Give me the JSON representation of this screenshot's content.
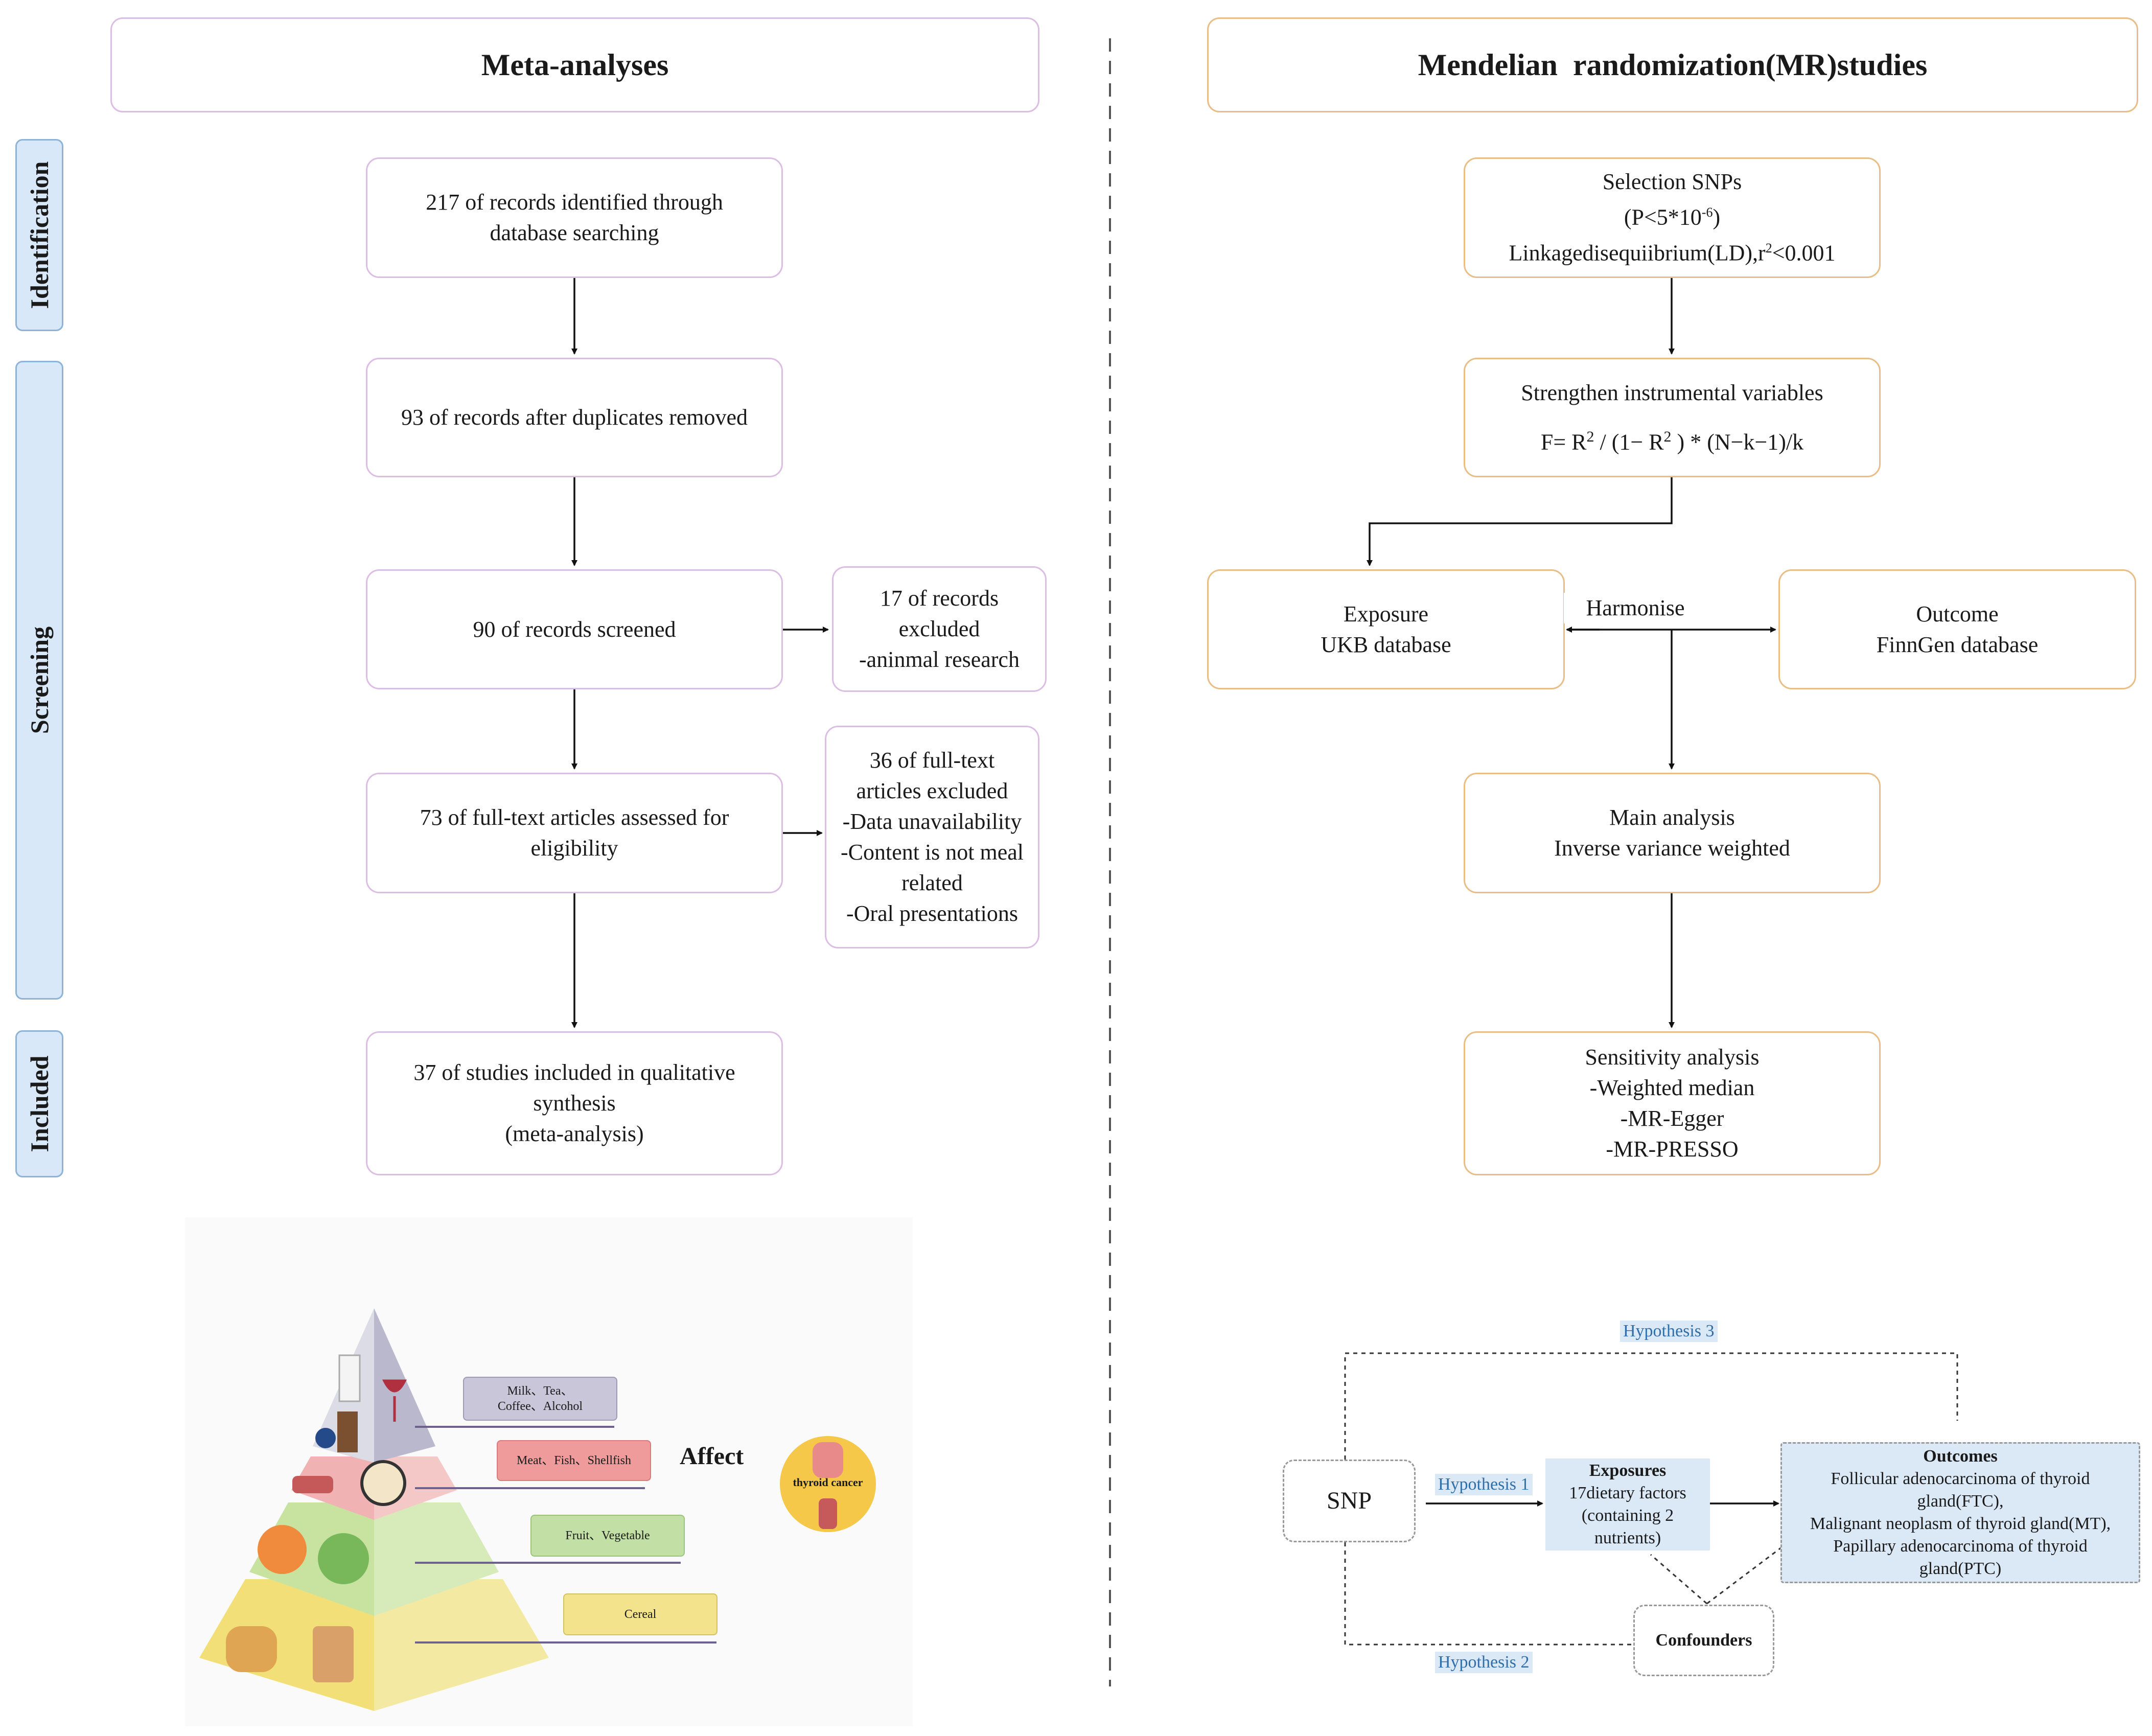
{
  "left_panel": {
    "title": "Meta-analyses",
    "stages": [
      "Identification",
      "Screening",
      "Included"
    ],
    "boxes": {
      "identified": [
        "217 of records identified through",
        "database searching"
      ],
      "deduplicated": [
        "93 of records after duplicates removed"
      ],
      "screened": [
        "90 of records screened"
      ],
      "excluded_screen": [
        "17 of records",
        "excluded",
        "-aninmal research"
      ],
      "fulltext": [
        "73 of full-text articles assessed for",
        "eligibility"
      ],
      "excluded_fulltext": [
        "36 of full-text",
        "articles excluded",
        "-Data unavailability",
        "-Content is not meal",
        "related",
        "-Oral presentations"
      ],
      "included": [
        "37 of studies included in qualitative",
        "synthesis",
        "(meta-analysis)"
      ]
    },
    "pyramid": {
      "labels": [
        "Milk、Tea、",
        "Coffee、Alcohol",
        "Meat、Fish、Shellfish",
        "Fruit、Vegetable",
        "Cereal"
      ],
      "affect": "Affect",
      "target": "thyroid cancer"
    }
  },
  "right_panel": {
    "title": "Mendelian  randomization(MR)studies",
    "boxes": {
      "selection": {
        "line1": "Selection SNPs",
        "line2": "(P<5*10",
        "line2_sup": "-6",
        "line2_end": ")",
        "line3": "Linkagedisequiibrium(LD),r",
        "line3_sup": "2",
        "line3_end": "<0.001"
      },
      "strengthen": {
        "line1": "Strengthen instrumental variables",
        "f_a": "F= R",
        "f_sup1": "2",
        "f_b": " / (1− R",
        "f_sup2": "2",
        "f_c": " ) * (N−k−1)/k"
      },
      "exposure": [
        "Exposure",
        "UKB database"
      ],
      "harmonise": "Harmonise",
      "outcome": [
        "Outcome",
        "FinnGen database"
      ],
      "main": [
        "Main analysis",
        "Inverse variance weighted"
      ],
      "sensitivity": [
        "Sensitivity analysis",
        "-Weighted median",
        "-MR-Egger",
        "-MR-PRESSO"
      ]
    },
    "dag": {
      "snp": "SNP",
      "hypothesis1": "Hypothesis 1",
      "hypothesis2": "Hypothesis 2",
      "hypothesis3": "Hypothesis 3",
      "exposures_title": "Exposures",
      "exposures_body": [
        "17dietary factors",
        "(containing 2",
        "nutrients)"
      ],
      "outcomes_title": "Outcomes",
      "outcomes_body": [
        "Follicular adenocarcinoma of thyroid",
        "gland(FTC),",
        "Malignant neoplasm of thyroid gland(MT),",
        "Papillary adenocarcinoma of thyroid",
        "gland(PTC)"
      ],
      "confounders": "Confounders"
    }
  },
  "colors": {
    "meta_border": "#dcbde4",
    "mr_border": "#e9bd85",
    "stage_fill": "#d8e8f8",
    "hypothesis_fill": "#dbe9f7",
    "hypothesis_text": "#2f6ea8"
  }
}
